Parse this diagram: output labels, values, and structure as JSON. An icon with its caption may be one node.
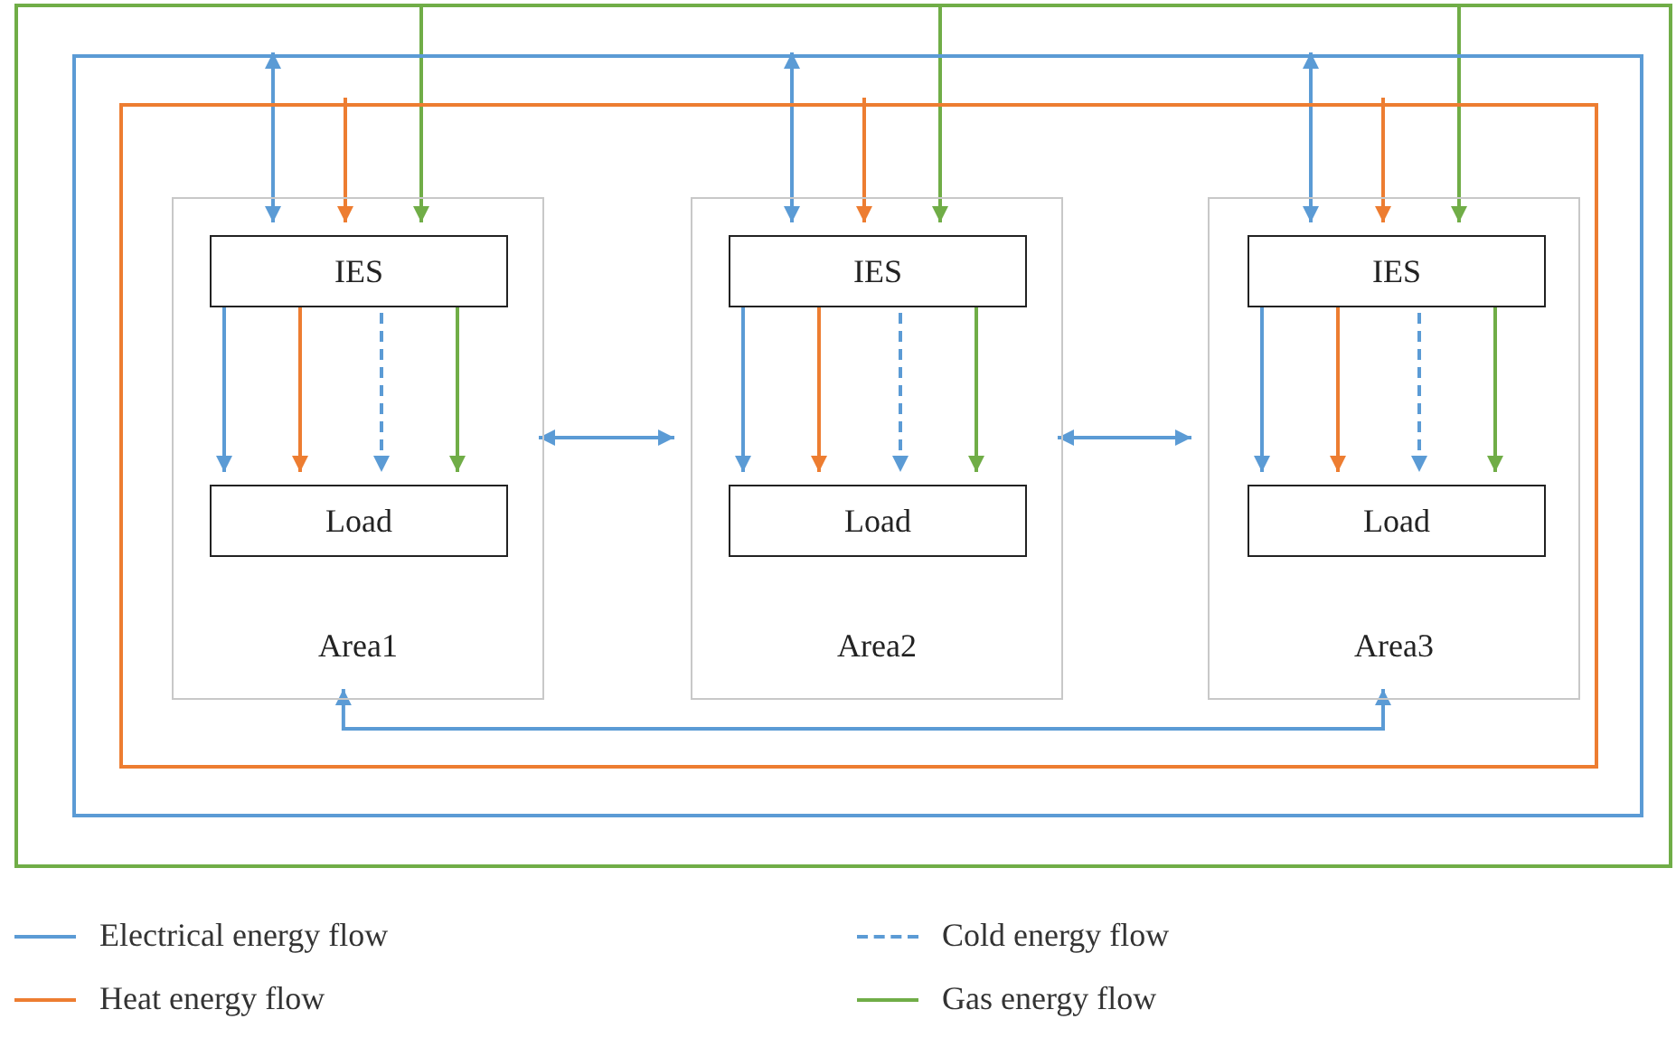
{
  "diagram": {
    "nodes": [
      {
        "text": [],
        "shape": "box"
      },
      {
        "text": [],
        "shape": "box",
        "in": 0
      },
      {
        "text": [],
        "shape": "box",
        "in": 1
      },
      {
        "text": [
          "Area1"
        ],
        "in": 2
      },
      {
        "text": [
          "IES"
        ],
        "in": 3
      },
      {
        "text": [
          "Load"
        ],
        "in": 3
      },
      {
        "text": [
          "Area2"
        ],
        "in": 2
      },
      {
        "text": [
          "IES"
        ],
        "in": 6
      },
      {
        "text": [
          "Load"
        ],
        "in": 6
      },
      {
        "text": [
          "Area3"
        ],
        "in": 2
      },
      {
        "text": [
          "IES"
        ],
        "in": 9
      },
      {
        "text": [
          "Load"
        ],
        "in": 9
      }
    ],
    "edges": [
      {
        "from": 1,
        "to": 4,
        "arrow": "both",
        "color": "#5b9bd5"
      },
      {
        "from": 2,
        "to": 4,
        "arrow": "to",
        "color": "#ed7d31"
      },
      {
        "from": 0,
        "to": 4,
        "arrow": "to",
        "color": "#70ad47"
      },
      {
        "from": 1,
        "to": 7,
        "arrow": "both",
        "color": "#5b9bd5"
      },
      {
        "from": 2,
        "to": 7,
        "arrow": "to",
        "color": "#ed7d31"
      },
      {
        "from": 0,
        "to": 7,
        "arrow": "to",
        "color": "#70ad47"
      },
      {
        "from": 1,
        "to": 10,
        "arrow": "both",
        "color": "#5b9bd5"
      },
      {
        "from": 2,
        "to": 10,
        "arrow": "to",
        "color": "#ed7d31"
      },
      {
        "from": 0,
        "to": 10,
        "arrow": "to",
        "color": "#70ad47"
      },
      {
        "from": 4,
        "to": 5,
        "arrow": "to",
        "color": "#5b9bd5"
      },
      {
        "from": 4,
        "to": 5,
        "arrow": "to",
        "color": "#ed7d31"
      },
      {
        "from": 4,
        "to": 5,
        "arrow": "to",
        "style": "dashed",
        "color": "#5b9bd5"
      },
      {
        "from": 4,
        "to": 5,
        "arrow": "to",
        "color": "#70ad47"
      },
      {
        "from": 7,
        "to": 8,
        "arrow": "to",
        "color": "#5b9bd5"
      },
      {
        "from": 7,
        "to": 8,
        "arrow": "to",
        "color": "#ed7d31"
      },
      {
        "from": 7,
        "to": 8,
        "arrow": "to",
        "style": "dashed",
        "color": "#5b9bd5"
      },
      {
        "from": 7,
        "to": 8,
        "arrow": "to",
        "color": "#70ad47"
      },
      {
        "from": 10,
        "to": 11,
        "arrow": "to",
        "color": "#5b9bd5"
      },
      {
        "from": 10,
        "to": 11,
        "arrow": "to",
        "color": "#ed7d31"
      },
      {
        "from": 10,
        "to": 11,
        "arrow": "to",
        "style": "dashed",
        "color": "#5b9bd5"
      },
      {
        "from": 10,
        "to": 11,
        "arrow": "to",
        "color": "#70ad47"
      },
      {
        "from": 3,
        "to": 6,
        "arrow": "both",
        "color": "#5b9bd5"
      },
      {
        "from": 6,
        "to": 9,
        "arrow": "both",
        "color": "#5b9bd5"
      },
      {
        "from": 3,
        "to": 9,
        "arrow": "both",
        "color": "#5b9bd5"
      }
    ],
    "legend": [
      {
        "text": "Electrical energy flow",
        "color": "#5b9bd5"
      },
      {
        "text": "Cold energy flow",
        "color": "#5b9bd5"
      },
      {
        "text": "Heat energy flow",
        "color": "#ed7d31"
      },
      {
        "text": "Gas energy flow",
        "color": "#70ad47"
      }
    ]
  }
}
